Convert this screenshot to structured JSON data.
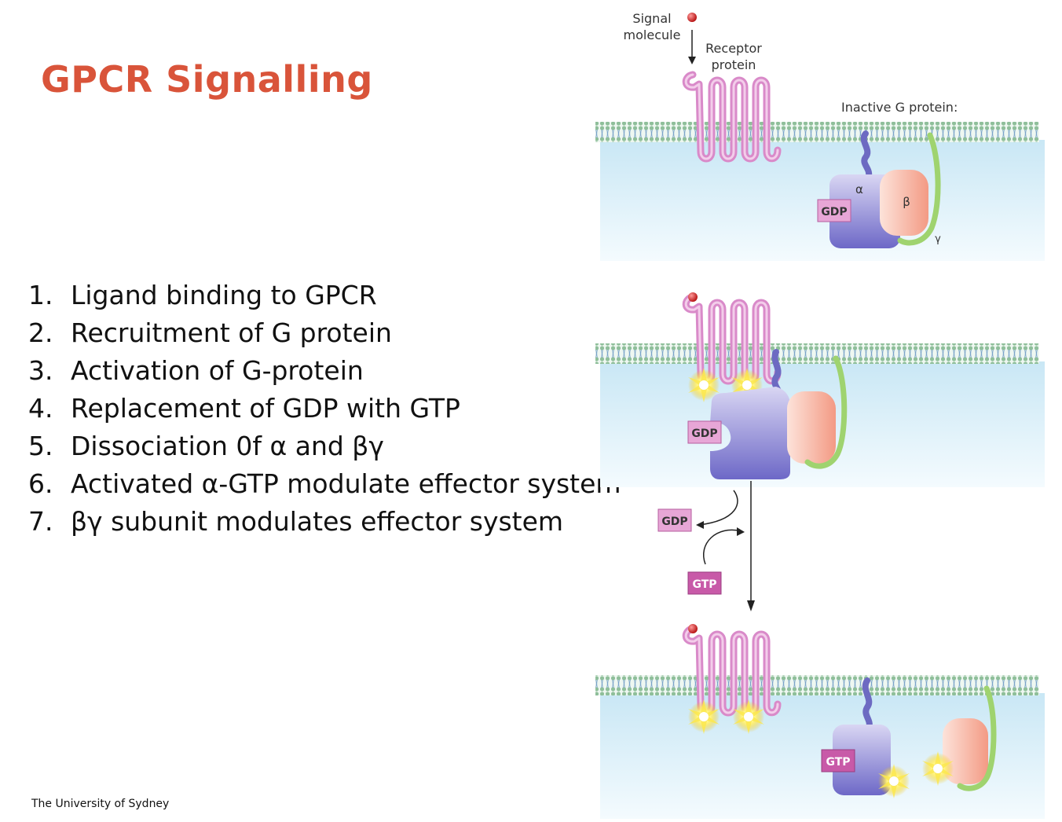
{
  "title": "GPCR Signalling",
  "steps": [
    {
      "num": "1.",
      "text": "Ligand binding to GPCR"
    },
    {
      "num": "2.",
      "text": "Recruitment of G protein"
    },
    {
      "num": "3.",
      "text": "Activation of G-protein"
    },
    {
      "num": "4.",
      "text": "Replacement of GDP with GTP"
    },
    {
      "num": "5.",
      "text": "Dissociation 0f α and βγ"
    },
    {
      "num": "6.",
      "text": "Activated α-GTP modulate effector system"
    },
    {
      "num": "7.",
      "text": "βγ  subunit modulates effector system"
    }
  ],
  "footer": "The University of Sydney",
  "diagram": {
    "signal_line1": "Signal",
    "signal_line2": "molecule",
    "receptor_line1": "Receptor",
    "receptor_line2": "protein",
    "inactive_label": "Inactive G protein:",
    "alpha": "α",
    "beta": "β",
    "gamma": "γ",
    "gdp": "GDP",
    "gtp": "GTP"
  },
  "colors": {
    "title": "#d9543a",
    "receptor": "#d98ac9",
    "alpha_subunit": "#8a86d6",
    "beta_subunit": "#f4a99a",
    "gamma_subunit": "#9fd36f",
    "gdp_box": "#e7a6d6",
    "gtp_box": "#c85aa8",
    "ligand": "#d61a1a",
    "cytoplasm": "#d6eef8",
    "membrane": "#9cc7a9"
  }
}
